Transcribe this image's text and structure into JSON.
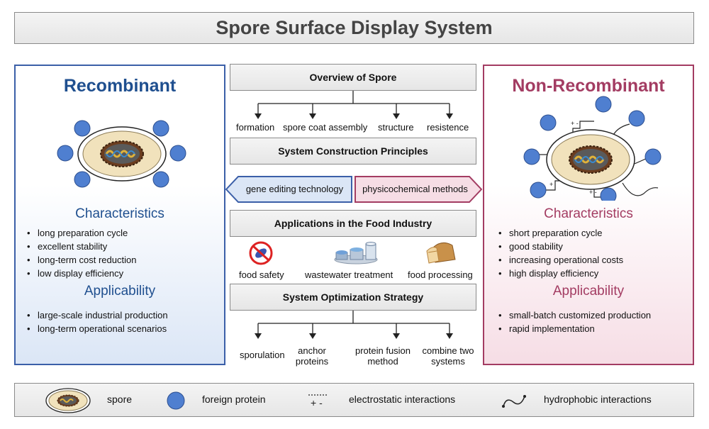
{
  "title": "Spore Surface Display System",
  "colors": {
    "recombinant": "#1f4f8f",
    "non_recombinant": "#a33c62",
    "protein": "#4f7fd0",
    "spore_fill": "#f1e2bc"
  },
  "left": {
    "title": "Recombinant",
    "characteristics_heading": "Characteristics",
    "characteristics": [
      "long preparation cycle",
      "excellent stability",
      "long-term cost reduction",
      "low display efficiency"
    ],
    "applicability_heading": "Applicability",
    "applicability": [
      "large-scale industrial production",
      "long-term operational scenarios"
    ]
  },
  "right": {
    "title": "Non-Recombinant",
    "characteristics_heading": "Characteristics",
    "characteristics": [
      "short preparation cycle",
      "good stability",
      "increasing operational costs",
      "high display efficiency"
    ],
    "applicability_heading": "Applicability",
    "applicability": [
      "small-batch customized production",
      "rapid implementation"
    ]
  },
  "center": {
    "overview": "Overview of Spore",
    "overview_items": [
      "formation",
      "spore coat assembly",
      "structure",
      "resistence"
    ],
    "principles": "System Construction Principles",
    "principles_left": "gene editing technology",
    "principles_right": "physicochemical methods",
    "applications": "Applications in the Food Industry",
    "applications_items": [
      {
        "label": "food safety",
        "icon": "no-bacteria-icon"
      },
      {
        "label": "wastewater treatment",
        "icon": "water-treatment-icon"
      },
      {
        "label": "food processing",
        "icon": "bread-icon"
      }
    ],
    "optimization": "System Optimization Strategy",
    "optimization_items": [
      "sporulation",
      "anchor proteins",
      "protein fusion method",
      "combine two systems"
    ]
  },
  "legend": {
    "spore": "spore",
    "protein": "foreign protein",
    "electrostatic": "electrostatic interactions",
    "hydrophobic": "hydrophobic interactions"
  }
}
